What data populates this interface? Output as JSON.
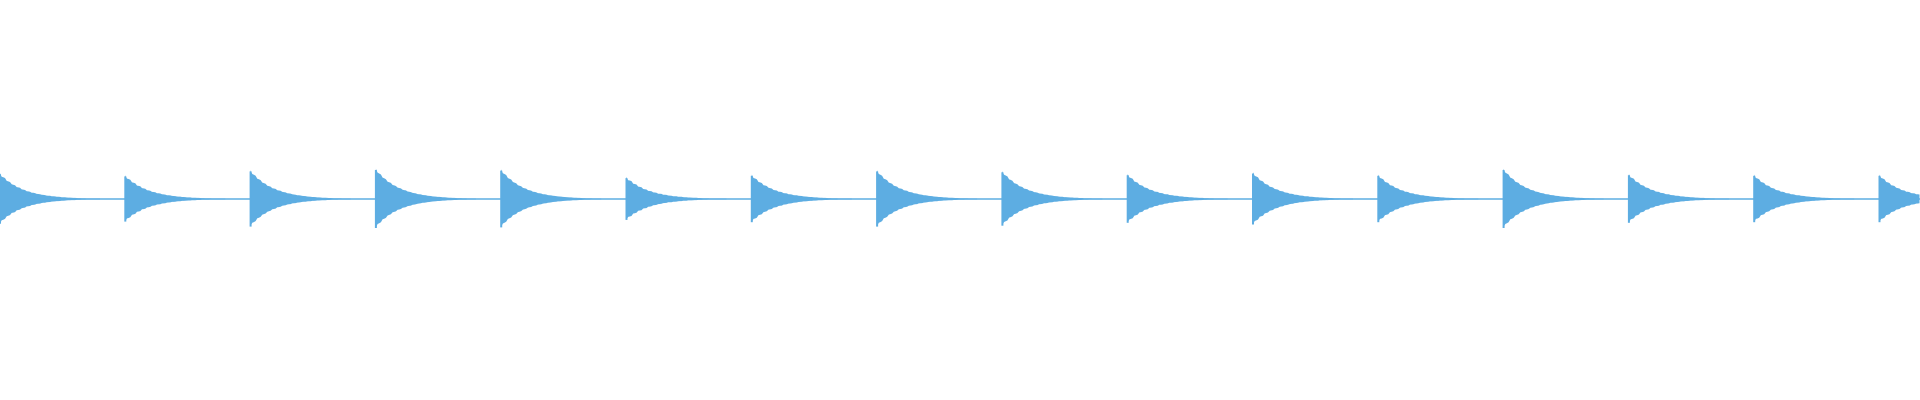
{
  "waveform": {
    "color": "#5dade2",
    "pulse_count": 16,
    "pulses": [
      {
        "index": 1,
        "peak": 0.85,
        "clipped_left": true
      },
      {
        "index": 2,
        "peak": 0.78,
        "clipped_left": false
      },
      {
        "index": 3,
        "peak": 0.95,
        "clipped_left": false
      },
      {
        "index": 4,
        "peak": 1.0,
        "clipped_left": false
      },
      {
        "index": 5,
        "peak": 0.98,
        "clipped_left": false
      },
      {
        "index": 6,
        "peak": 0.72,
        "clipped_left": false
      },
      {
        "index": 7,
        "peak": 0.8,
        "clipped_left": false
      },
      {
        "index": 8,
        "peak": 0.95,
        "clipped_left": false
      },
      {
        "index": 9,
        "peak": 0.92,
        "clipped_left": false
      },
      {
        "index": 10,
        "peak": 0.82,
        "clipped_left": false
      },
      {
        "index": 11,
        "peak": 0.88,
        "clipped_left": false
      },
      {
        "index": 12,
        "peak": 0.8,
        "clipped_left": false
      },
      {
        "index": 13,
        "peak": 1.0,
        "clipped_left": false
      },
      {
        "index": 14,
        "peak": 0.82,
        "clipped_left": false
      },
      {
        "index": 15,
        "peak": 0.8,
        "clipped_left": false
      },
      {
        "index": 16,
        "peak": 0.8,
        "clipped_left": false
      }
    ]
  }
}
